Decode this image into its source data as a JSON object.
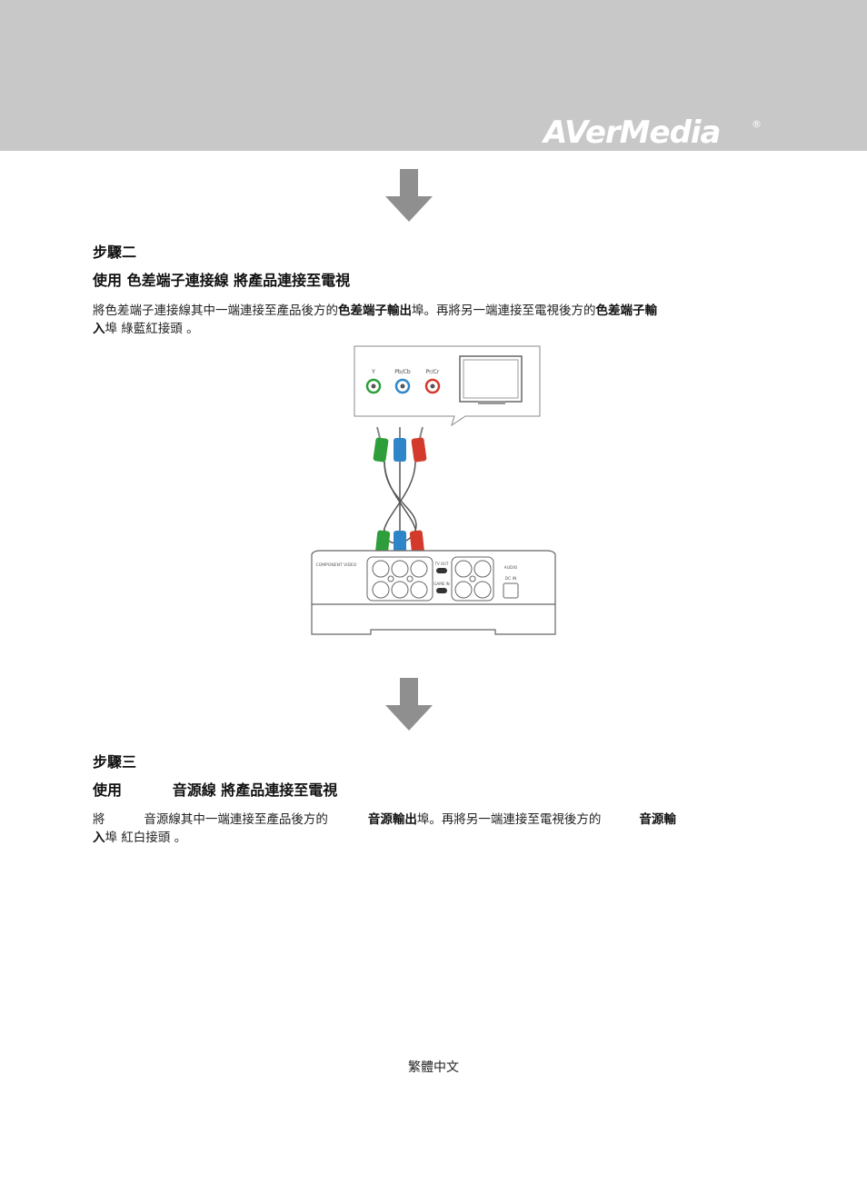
{
  "header": {
    "brand": "AVerMedia",
    "registered": "®"
  },
  "step2": {
    "heading": "步驟二",
    "title": "使用 色差端子連接線 將產品連接至電視",
    "line1_prefix": "將色差端子連接線其中一端連接至產品後方的",
    "line1_bold1": "色差端子輸出",
    "line1_mid": "埠。再將另一端連接至電視後方的",
    "line1_bold2": "色差端子輸",
    "line2_bold": "入",
    "line2_rest": "埠 綠藍紅接頭 。"
  },
  "diagram": {
    "tv_labels": [
      "Y",
      "Pb/Cb",
      "Pr/Cr"
    ],
    "device_labels": {
      "component_video": "COMPONENT VIDEO",
      "tv_out": "TV OUT",
      "game_in": "GAME IN",
      "audio": "AUDIO",
      "dc_in": "DC IN"
    },
    "plug_colors": [
      "#2e9e3a",
      "#2e86c8",
      "#d33a2c"
    ]
  },
  "step3": {
    "heading": "步驟三",
    "title": "使用          音源線 將產品連接至電視",
    "line1_prefix": "將          音源線其中一端連接至產品後方的",
    "line1_bold1": "音源輸出",
    "line1_mid": "埠。再將另一端連接至電視後方的",
    "line1_bold2": "音源輸",
    "line2_bold": "入",
    "line2_rest": "埠 紅白接頭 。"
  },
  "footer": {
    "language": "繁體中文"
  }
}
